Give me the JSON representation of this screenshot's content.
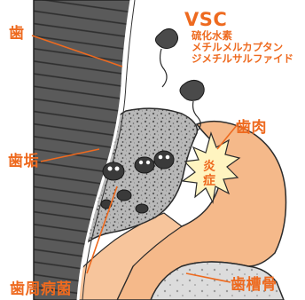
{
  "labels": {
    "tooth": "歯",
    "plaque": "歯垢",
    "bacteria": "歯周病菌",
    "vsc": "VSC",
    "vsc_compounds": [
      "硫化水素",
      "メチルメルカプタン",
      "ジメチルサルファイド"
    ],
    "gum": "歯肉",
    "bone": "歯槽骨",
    "inflammation": [
      "炎",
      "症"
    ]
  },
  "colors": {
    "label": "#ee6a1f",
    "tooth_dark": "#4a4a4a",
    "plaque": "#b5b5b5",
    "gum": "#f5b98a",
    "gum_light": "#fbdcc1",
    "inflammation": "#fff4c0",
    "outline": "#2b2b2b"
  }
}
